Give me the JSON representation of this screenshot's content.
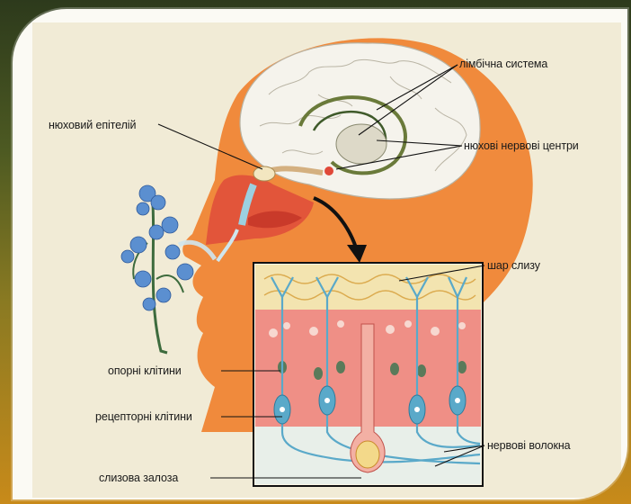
{
  "labels": {
    "limbic_system": "лімбічна система",
    "olfactory_epithelium": "нюховий епітелій",
    "olfactory_centers": "нюхові нервові центри",
    "mucus_layer": "шар слизу",
    "supporting_cells": "опорні клітини",
    "receptor_cells": "рецепторні клітини",
    "nerve_fibers": "нервові волокна",
    "mucous_gland": "слизова залоза"
  },
  "colors": {
    "head": "#f08a3c",
    "brain": "#f5f3ec",
    "receptor": "#5aa9c9",
    "support_cells": "#e8726e",
    "mucus": "#f3d98a",
    "flower": "#5b8fd0"
  }
}
